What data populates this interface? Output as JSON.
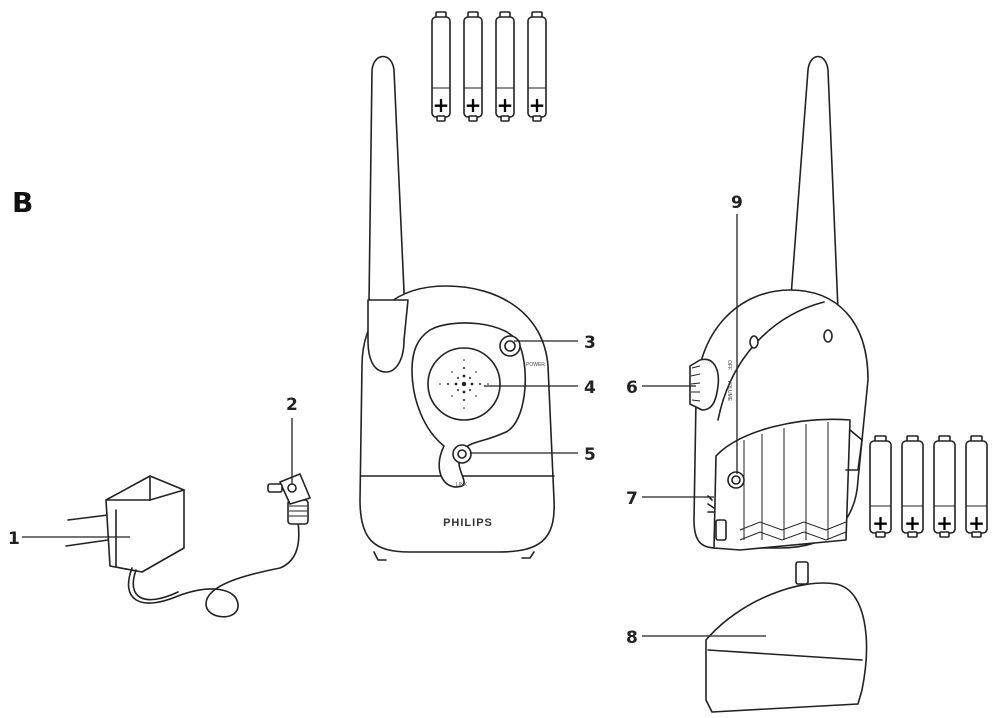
{
  "figure": {
    "section_letter": "B",
    "callouts": {
      "c1": "1",
      "c2": "2",
      "c3": "3",
      "c4": "4",
      "c5": "5",
      "c6": "6",
      "c7": "7",
      "c8": "8",
      "c9": "9"
    },
    "unit_front": {
      "brand": "PHILIPS",
      "power_text": "POWER",
      "link_text": "LINK"
    },
    "unit_back": {
      "off_text": "OFF",
      "volume_text": "VOLUME"
    },
    "battery_sign": "+"
  }
}
